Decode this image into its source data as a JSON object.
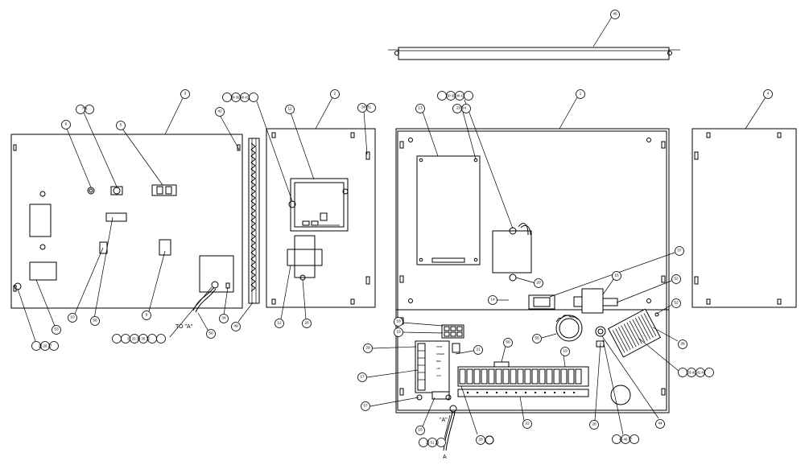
{
  "callouts": [
    {
      "id": "c45",
      "text": "45"
    },
    {
      "id": "c1",
      "text": "1"
    },
    {
      "id": "c2",
      "text": "2"
    },
    {
      "id": "c3",
      "text": "3"
    },
    {
      "id": "c4",
      "text": "4"
    },
    {
      "id": "c6",
      "text": "6"
    },
    {
      "id": "c78",
      "text": "7  8"
    },
    {
      "id": "c5",
      "text": "5"
    },
    {
      "id": "c42",
      "text": "42"
    },
    {
      "id": "c38a",
      "text": "38 39 40 41"
    },
    {
      "id": "c11",
      "text": "11"
    },
    {
      "id": "c3031",
      "text": "30 31"
    },
    {
      "id": "c38b",
      "text": "38 39 40 41"
    },
    {
      "id": "c13",
      "text": "13"
    },
    {
      "id": "c2324",
      "text": "23 24"
    },
    {
      "id": "c10",
      "text": "10"
    },
    {
      "id": "c56",
      "text": "56"
    },
    {
      "id": "c9",
      "text": "9"
    },
    {
      "id": "c50",
      "text": "50"
    },
    {
      "id": "c34",
      "text": "34"
    },
    {
      "id": "c49",
      "text": "49"
    },
    {
      "id": "c12",
      "text": "12"
    },
    {
      "id": "c26a",
      "text": "26"
    },
    {
      "id": "c25",
      "text": "25 26 27"
    },
    {
      "id": "c53",
      "text": "53"
    },
    {
      "id": "c31seq",
      "text": "31 33 34 35 32"
    },
    {
      "id": "c37",
      "text": "37"
    },
    {
      "id": "c15",
      "text": "15"
    },
    {
      "id": "c14",
      "text": "14"
    },
    {
      "id": "c20",
      "text": "20"
    },
    {
      "id": "c52a",
      "text": "52"
    },
    {
      "id": "c52b",
      "text": "52"
    },
    {
      "id": "c18",
      "text": "18"
    },
    {
      "id": "c19",
      "text": "19"
    },
    {
      "id": "c28a",
      "text": "28"
    },
    {
      "id": "c55",
      "text": "55"
    },
    {
      "id": "c36",
      "text": "36"
    },
    {
      "id": "c39",
      "text": "39 40 41 46"
    },
    {
      "id": "c56b",
      "text": "56"
    },
    {
      "id": "c21",
      "text": "21"
    },
    {
      "id": "c17",
      "text": "17"
    },
    {
      "id": "c22",
      "text": "22"
    },
    {
      "id": "c57",
      "text": "57"
    },
    {
      "id": "c16",
      "text": "16"
    },
    {
      "id": "c26seq",
      "text": "26 51 29"
    },
    {
      "id": "c28b",
      "text": "28"
    },
    {
      "id": "c28c",
      "text": "28"
    },
    {
      "id": "c44",
      "text": "44"
    },
    {
      "id": "c45seq",
      "text": "45 46 47"
    },
    {
      "id": "c19b",
      "text": "19"
    }
  ],
  "labels": {
    "to_a": "TO \"A\"",
    "a_mark": "\"A\"",
    "a_bottom": "A"
  },
  "terminal_labels": [
    "PWR",
    "SPEED",
    "BRK",
    "LIM",
    "AUX"
  ]
}
